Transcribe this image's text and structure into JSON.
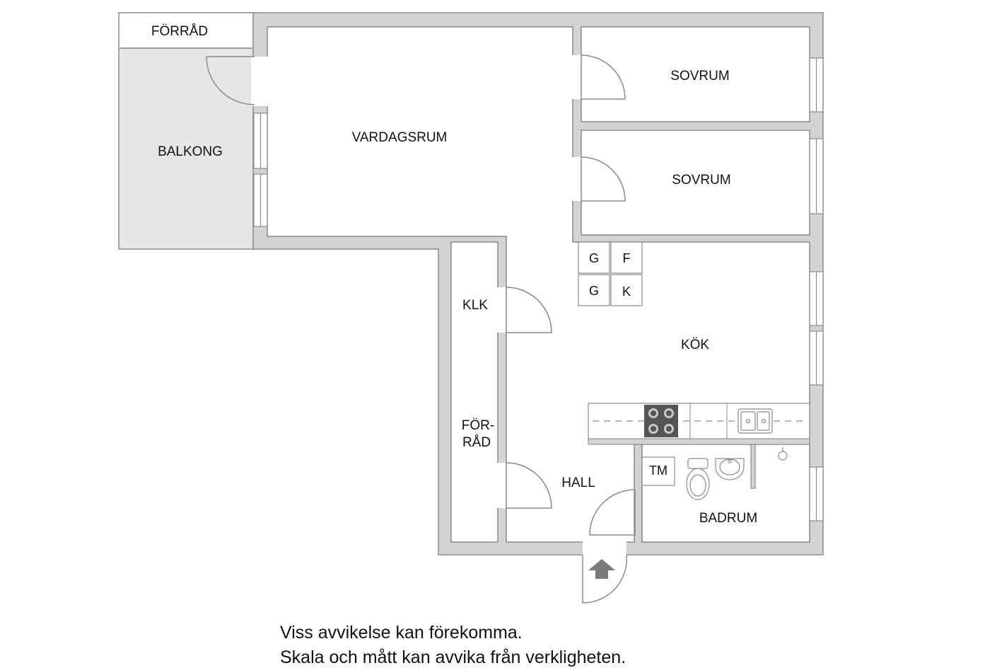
{
  "rooms": {
    "forrad_top": "FÖRRÅD",
    "balkong": "BALKONG",
    "vardagsrum": "VARDAGSRUM",
    "sovrum_1": "SOVRUM",
    "sovrum_2": "SOVRUM",
    "klk": "KLK",
    "forrad_hall_line1": "FÖR-",
    "forrad_hall_line2": "RÅD",
    "kok": "KÖK",
    "hall": "HALL",
    "badrum": "BADRUM",
    "tm": "TM"
  },
  "appliances": {
    "g1": "G",
    "f": "F",
    "g2": "G",
    "k": "K"
  },
  "disclaimer": {
    "line1": "Viss avvikelse kan förekomma.",
    "line2": "Skala och mått kan avvika från verkligheten."
  },
  "colors": {
    "wall": "#d3d3d3",
    "wall_outline": "#8a8a8a",
    "balcony": "#e6e6e6",
    "floor": "#ffffff"
  }
}
